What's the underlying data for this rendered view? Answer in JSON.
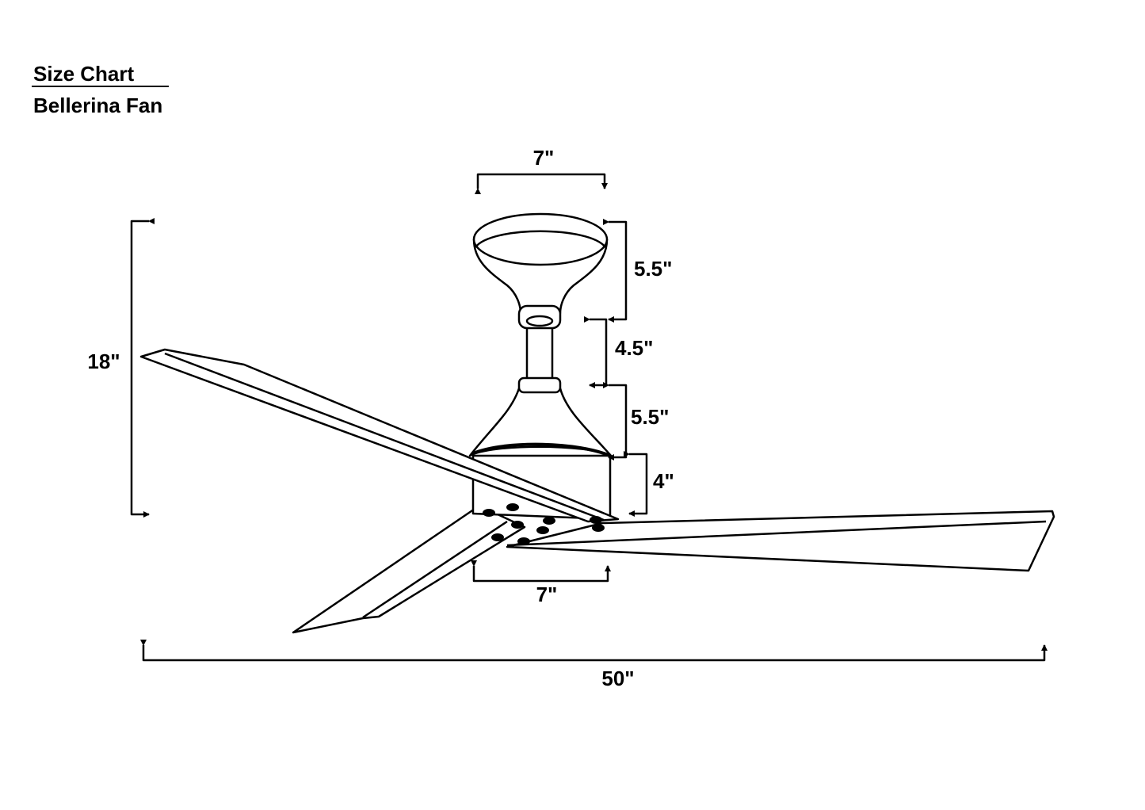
{
  "header": {
    "title": "Size Chart",
    "subtitle": "Bellerina Fan"
  },
  "dimensions": {
    "canopy_width": "7\"",
    "canopy_height": "5.5\"",
    "downrod_length": "4.5\"",
    "motor_upper_height": "5.5\"",
    "motor_lower_height": "4\"",
    "total_height": "18\"",
    "motor_width": "7\"",
    "blade_span": "50\""
  }
}
